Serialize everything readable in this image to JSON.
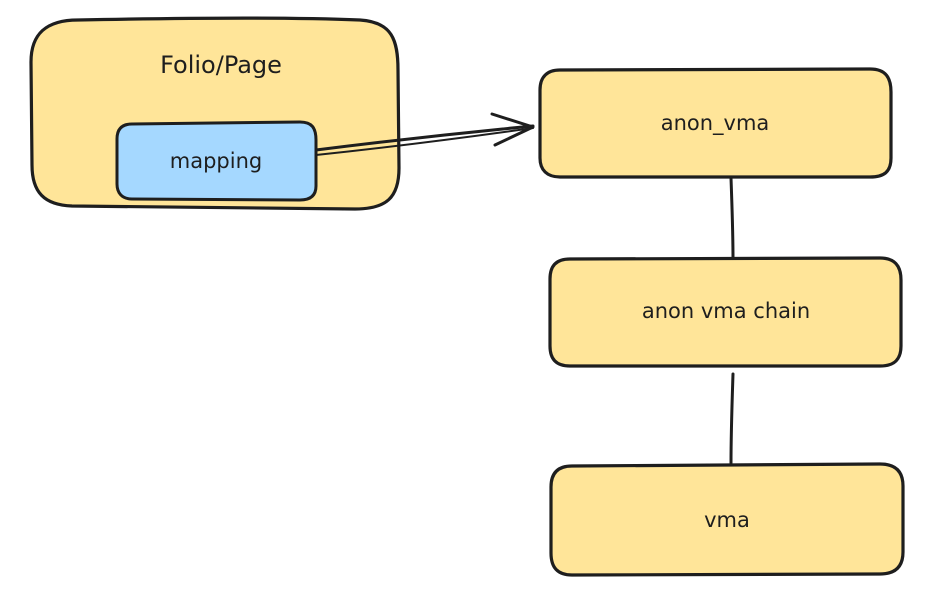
{
  "diagram": {
    "nodes": {
      "folio": {
        "label": "Folio/Page"
      },
      "mapping": {
        "label": "mapping"
      },
      "anon_vma": {
        "label": "anon_vma"
      },
      "anon_vma_chain": {
        "label": "anon vma chain"
      },
      "vma": {
        "label": "vma"
      }
    },
    "edges": [
      {
        "from": "mapping",
        "to": "anon_vma",
        "style": "arrow"
      },
      {
        "from": "anon_vma",
        "to": "anon_vma_chain",
        "style": "line"
      },
      {
        "from": "anon_vma_chain",
        "to": "vma",
        "style": "line"
      }
    ],
    "colors": {
      "container_fill": "#ffe599",
      "mapping_fill": "#a5d8ff",
      "stroke": "#1e1e1e",
      "background": "#ffffff"
    }
  }
}
